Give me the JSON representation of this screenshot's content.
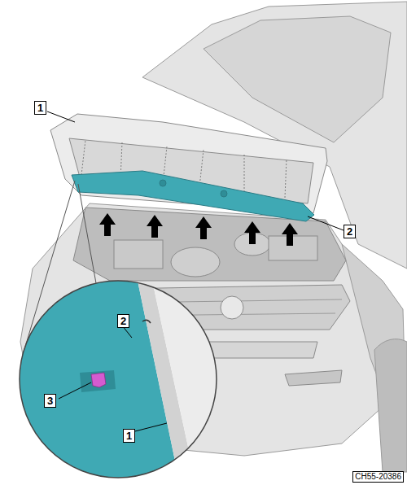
{
  "diagram": {
    "labels": [
      "1",
      "2",
      "2",
      "3",
      "1",
      "CH55-20386"
    ]
  }
}
